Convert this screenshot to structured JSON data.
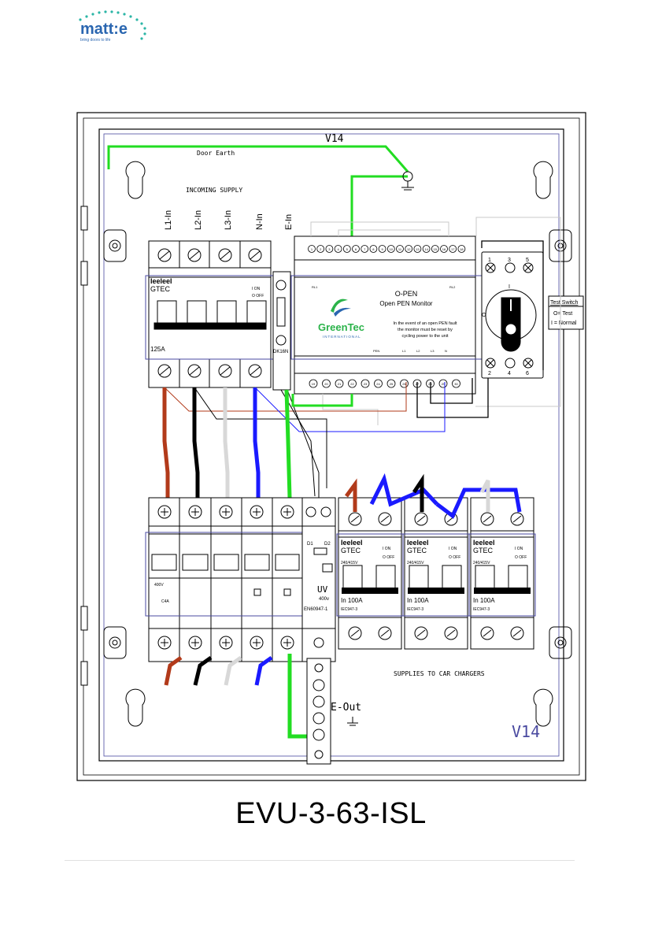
{
  "logo": {
    "name": "matt:e",
    "tagline": "bring doors to life"
  },
  "colors": {
    "l1": "#b23a1a",
    "l2": "#000000",
    "l3": "#d8d8d8",
    "neutral": "#1a1aff",
    "earth": "#22dd22",
    "enclosure_line": "#000000",
    "frame_line": "#4a4aa0"
  },
  "diagram": {
    "version_top": "V14",
    "version_bottom": "V14",
    "door_earth": "Door Earth",
    "incoming_supply": "INCOMING SUPPLY",
    "incoming_labels": [
      "L1-In",
      "L2-In",
      "L3-In",
      "N-In",
      "E-In"
    ],
    "main_switch": {
      "brand": "Ieeleel",
      "model": "GTEC",
      "rating": "125A",
      "on": "I ON",
      "off": "O OFF"
    },
    "terminal_label": "DK16N",
    "monitor": {
      "name": "O-PEN",
      "subtitle": "Open PEN Monitor",
      "notice": [
        "In the event of an open PEN fault",
        "the monitor must be reset by",
        "cycling power to the unit"
      ],
      "brand": "GreenTec",
      "brand_sub": "INTERNATIONAL",
      "top_terminals": [
        "1",
        "2",
        "3",
        "4",
        "5",
        "6",
        "7",
        "8",
        "9",
        "10",
        "11",
        "12",
        "13",
        "14",
        "15",
        "16",
        "17",
        "18"
      ],
      "bottom_terminals": [
        "19",
        "20",
        "21",
        "22",
        "23",
        "24",
        "25",
        "26",
        "27",
        "28",
        "29",
        "30"
      ],
      "relay_labels": [
        "RL1",
        "RL2"
      ],
      "bottom_markings": [
        "PEN",
        "L1",
        "L2",
        "L3",
        "N"
      ]
    },
    "test_switch": {
      "title": "Test Switch",
      "options": [
        "O= Test",
        "I = Normal"
      ],
      "top_numbers": [
        "1",
        "3",
        "5"
      ],
      "bottom_numbers": [
        "2",
        "4",
        "6"
      ],
      "pos_i": "I",
      "pos_o": "O"
    },
    "contactor": {
      "voltage": "400V",
      "rating": "C4A",
      "uv_label": "UV",
      "uv_voltage": "400v",
      "standard": "EN60947-1",
      "markings": [
        "D1",
        "D2"
      ]
    },
    "isolators": [
      {
        "brand": "Ieeleel",
        "model": "GTEC",
        "voltage": "240/415V",
        "rating": "In 100A",
        "standard": "IEC947-3",
        "on": "I ON",
        "off": "O OFF"
      },
      {
        "brand": "Ieeleel",
        "model": "GTEC",
        "voltage": "240/415V",
        "rating": "In 100A",
        "standard": "IEC947-3",
        "on": "I ON",
        "off": "O OFF"
      },
      {
        "brand": "Ieeleel",
        "model": "GTEC",
        "voltage": "240/415V",
        "rating": "In 100A",
        "standard": "IEC947-3",
        "on": "I ON",
        "off": "O OFF"
      }
    ],
    "car_chargers": "SUPPLIES TO CAR CHARGERS",
    "e_out": "E-Out"
  },
  "model_title": "EVU-3-63-ISL"
}
